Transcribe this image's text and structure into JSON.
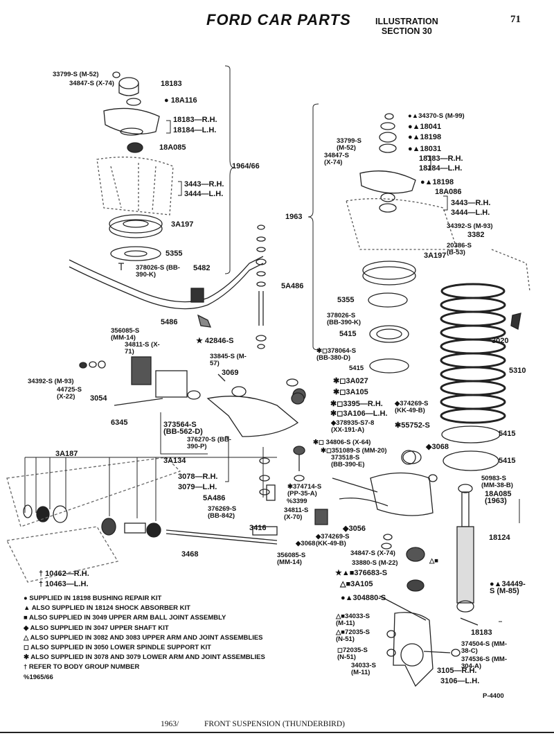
{
  "header": {
    "title": "FORD CAR PARTS",
    "illustration_line1": "ILLUSTRATION",
    "illustration_line2": "SECTION 30",
    "page_number": "71"
  },
  "year_groups": {
    "y1964_66": "1964/66",
    "y1963": "1963"
  },
  "labels": [
    "33799-S (M-52)",
    "34847-S (X-74)",
    "18183",
    "● 18A116",
    "18183—R.H.",
    "18184—L.H.",
    "18A085",
    "3443—R.H.",
    "3444—L.H.",
    "3A197",
    "5355",
    "378026-S (BB-390-K)",
    "5482",
    "5486",
    "★ 42846-S",
    "5A486",
    "356085-S (MM-14)",
    "34811-S (X-71)",
    "33845-S (M-57)",
    "3069",
    "34392-S (M-93)",
    "44725-S (X-22)",
    "3054",
    "6345",
    "373564-S (BB-562-D)",
    "376270-S (BB-390-P)",
    "3A134",
    "●▲34370-S (M-99)",
    "●▲18041",
    "●▲18198",
    "●▲18031",
    "33799-S (M-52)",
    "34847-S (X-74)",
    "18183—R.H.",
    "18184—L.H.",
    "●▲18198",
    "18A086",
    "3443—R.H.",
    "3444—L.H.",
    "34392-S (M-93)",
    "3382",
    "20386-S (B-53)",
    "3A197",
    "5355",
    "378026-S (BB-390-K)",
    "5415",
    "3020",
    "5310",
    "✱◻378064-S (BB-380-D)",
    "5415",
    "✱◻3A027",
    "✱◻3A105",
    "✱◻3395—R.H.",
    "✱◻3A106—L.H.",
    "◆374269-S (KK-49-B)",
    "◆378935-S7-8 (XX-191-A)",
    "✱55752-S",
    "✱◻ 34806-S (X-64)",
    "✱◻351089-S (MM-20)",
    "373518-S (BB-390-E)",
    "◆3068",
    "5415",
    "5415",
    "50983-S (MM-38-B)",
    "18A085 (1963)",
    "3A187",
    "3078—R.H.",
    "3079—L.H.",
    "5A486",
    "376269-S (BB-842)",
    "✱374714-S (PP-35-A)",
    "%3399",
    "34811-S (X-70)",
    "◆3068",
    "◆3056",
    "◆374269-S (KK-49-B)",
    "3416",
    "3468",
    "356085-S (MM-14)",
    "34847-S (X-74)",
    "33880-S (M-22)",
    "★▲■376683-S",
    "△■",
    "△■3A105",
    "●▲304880-S",
    "18124",
    "●▲34449-S (M-85)",
    "△■34033-S (M-11)",
    "△■72035-S (N-51)",
    "◻72035-S (N-51)",
    "34033-S (M-11)",
    "18183",
    "374504-S (MM-38-C)",
    "374536-S (MM-304-A)",
    "3105—R.H.",
    "3106—L.H.",
    "† 10462—R.H.",
    "† 10463—L.H.",
    "P-4400"
  ],
  "legend": [
    "● SUPPLIED IN 18198 BUSHING REPAIR KIT",
    "▲ ALSO SUPPLIED IN 18124 SHOCK ABSORBER KIT",
    "■ ALSO SUPPLIED IN 3049 UPPER ARM BALL JOINT ASSEMBLY",
    "◆ ALSO SUPPLIED IN 3047 UPPER SHAFT KIT",
    "△ ALSO SUPPLIED IN 3082 AND 3083 UPPER ARM AND JOINT ASSEMBLIES",
    "◻ ALSO SUPPLIED IN 3050 LOWER SPINDLE SUPPORT KIT",
    "✱ ALSO SUPPLIED IN 3078 AND 3079 LOWER ARM AND JOINT ASSEMBLIES",
    "† REFER TO BODY GROUP NUMBER",
    "%1965/66"
  ],
  "footer": {
    "left": "1963/",
    "center": "FRONT SUSPENSION (THUNDERBIRD)"
  }
}
